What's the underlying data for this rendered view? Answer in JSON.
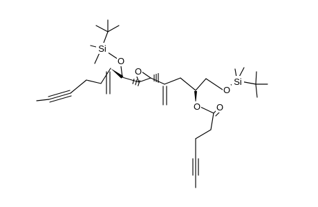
{
  "atoms": {
    "si_left": "Si",
    "o_left": "O",
    "o_epoxide": "O",
    "o_right": "O",
    "si_right": "Si",
    "o_ester": "O",
    "o_carbonyl": "O"
  }
}
